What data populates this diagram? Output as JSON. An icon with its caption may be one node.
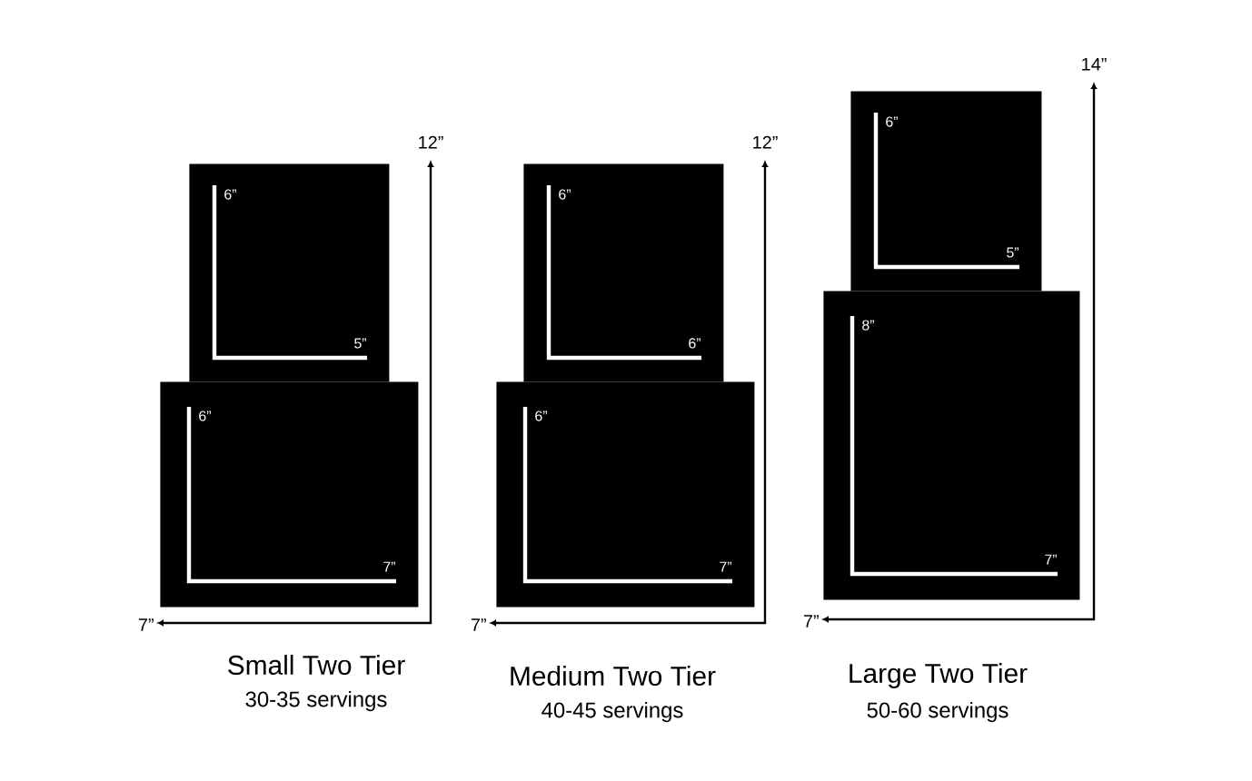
{
  "diagram": {
    "nodes": [
      {
        "text": [
          "6”",
          "5”"
        ]
      },
      {
        "text": [
          "6”",
          "7”"
        ]
      },
      {
        "text": [
          "6”",
          "6”"
        ]
      },
      {
        "text": [
          "6”",
          "7”"
        ]
      },
      {
        "text": [
          "6”",
          "5”"
        ]
      },
      {
        "text": [
          "8”",
          "7”"
        ]
      }
    ],
    "labels": [
      "12”",
      "7”",
      "Small Two Tier",
      "30-35 servings",
      "12”",
      "7”",
      "Medium Two Tier",
      "40-45 servings",
      "14”",
      "7”",
      "Large Two Tier",
      "50-60 servings"
    ]
  }
}
